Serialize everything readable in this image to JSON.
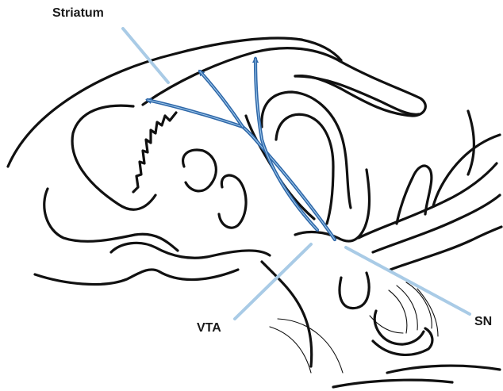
{
  "labels": {
    "striatum": "Striatum",
    "vta": "VTA",
    "sn": "SN"
  },
  "colors": {
    "outline": "#111111",
    "pathway": "#2e67a8",
    "leader_line": "#a9cbe6"
  }
}
